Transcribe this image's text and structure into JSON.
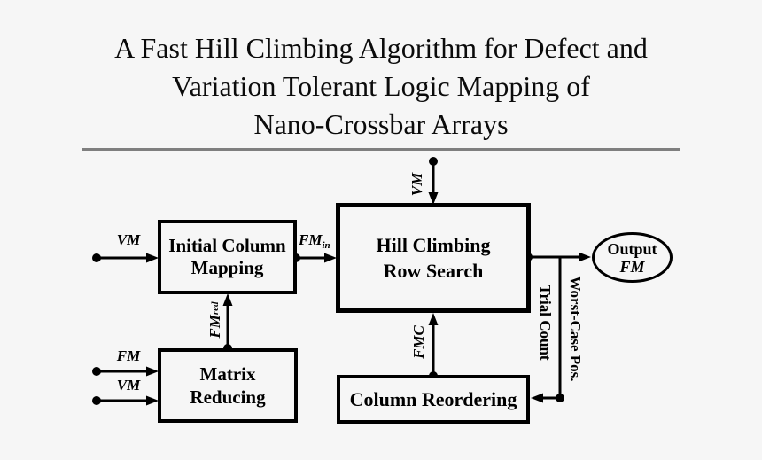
{
  "title": {
    "lines": [
      "A Fast Hill Climbing Algorithm for Defect and",
      "Variation Tolerant Logic Mapping of",
      "Nano-Crossbar Arrays"
    ]
  },
  "nodes": {
    "initial_column_mapping": {
      "lines": [
        "Initial Column",
        "Mapping"
      ]
    },
    "hill_climbing_row_search": {
      "lines": [
        "Hill Climbing",
        "Row Search"
      ]
    },
    "matrix_reducing": {
      "lines": [
        "Matrix",
        "Reducing"
      ]
    },
    "column_reordering": {
      "label": "Column Reordering"
    },
    "output_fm": {
      "label": "Output",
      "value": "FM"
    }
  },
  "edge_labels": {
    "vm_to_initial": "VM",
    "fm_in": {
      "base": "FM",
      "sub": "in"
    },
    "vm_to_hill_climbing": "VM",
    "fm_red": {
      "base": "FM",
      "sub": "red"
    },
    "fm_to_matrix_reducing": "FM",
    "vm_to_matrix_reducing": "VM",
    "fmc": "FMC",
    "trial_count": "Trial Count",
    "worst_case_pos": "Worst-Case Pos."
  },
  "colors": {
    "background": "#f6f6f6",
    "line": "#000000",
    "divider": "#7f7f7f",
    "text": "#000000"
  }
}
